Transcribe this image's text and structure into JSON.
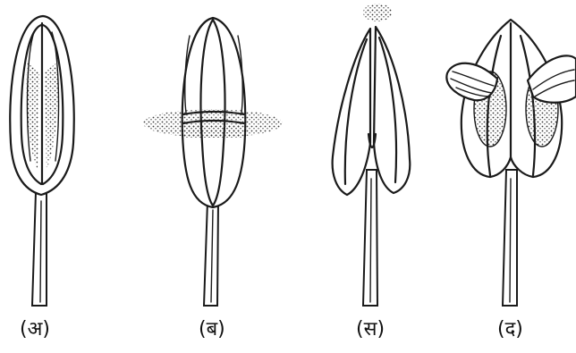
{
  "panels": [
    {
      "id": "a",
      "label": "(अ)"
    },
    {
      "id": "b",
      "label": "(ब)"
    },
    {
      "id": "c",
      "label": "(स)"
    },
    {
      "id": "d",
      "label": "(द)"
    }
  ]
}
